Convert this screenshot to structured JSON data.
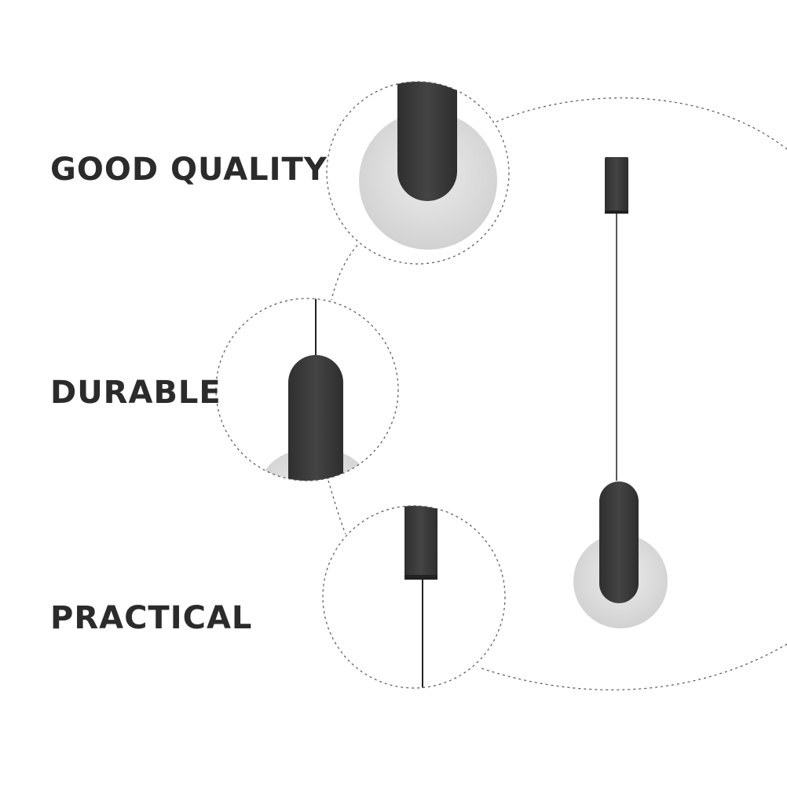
{
  "features": [
    {
      "label": "GOOD QUALITY"
    },
    {
      "label": "DURABLE"
    },
    {
      "label": "PRACTICAL"
    }
  ],
  "colors": {
    "background": "#ffffff",
    "text": "#2b2b2b",
    "lamp_body": "#3a3a3a",
    "disc": "#d9d9d9",
    "dashed_outline": "#555555"
  }
}
